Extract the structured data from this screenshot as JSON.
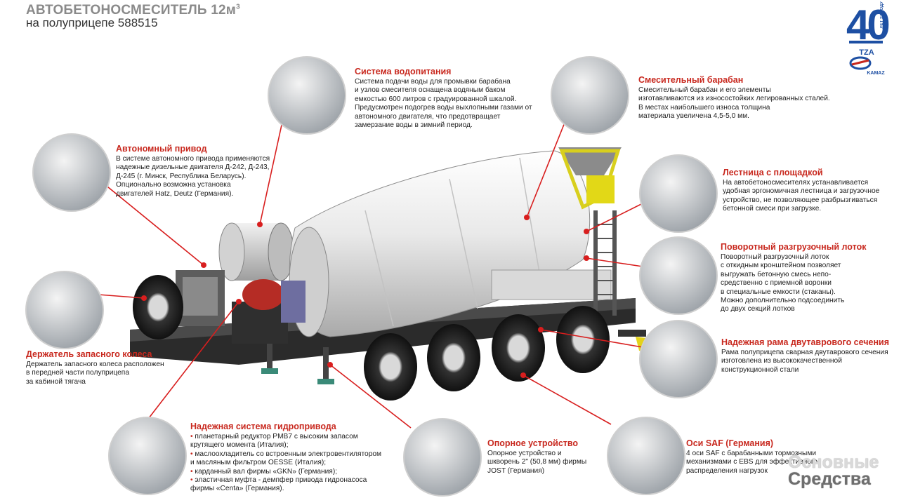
{
  "header": {
    "title": "АВТОБЕТОНОСМЕСИТЕЛЬ 12м",
    "title_sup": "3",
    "subtitle": "на полуприцепе 588515"
  },
  "logo": {
    "number": "40",
    "vertical_text": "ЛЕТ ЗАВОДУ",
    "brand": "TZA",
    "partner": "KAMAZ"
  },
  "callouts": {
    "water": {
      "title": "Система водопитания",
      "lines": [
        "Система подачи воды для промывки барабана",
        "и узлов смесителя оснащена водяным баком",
        "емкостью 600 литров с градуированной шкалой.",
        "Предусмотрен подогрев воды выхлопными газами от",
        "автономного двигателя, что предотвращает",
        "замерзание воды в зимний период."
      ]
    },
    "drum": {
      "title": "Смесительный барабан",
      "lines": [
        "Смесительный барабан и его элементы",
        "изготавливаются из износостойких легированных сталей.",
        "В местах наибольшего износа толщина",
        "материала увеличена 4,5-5,0 мм."
      ]
    },
    "drive": {
      "title": "Автономный привод",
      "lines": [
        "В системе автономного привода применяются",
        "надежные дизельные двигателя Д-242, Д-243,",
        "Д-245 (г. Минск, Республика Беларусь).",
        "Опционально возможна установка",
        "двигателей Hatz, Deutz (Германия)."
      ]
    },
    "ladder": {
      "title": "Лестница с площадкой",
      "lines": [
        "На автобетоносмесителях устанавливается",
        "удобная эргономичная лестница и загрузочное",
        "устройство, не позволяющее разбрызгиваться",
        "бетонной смеси при загрузке."
      ]
    },
    "chute": {
      "title": "Поворотный разгрузочный лоток",
      "lines": [
        "Поворотный разгрузочный лоток",
        "с откидным кронштейном позволяет",
        "выгружать бетонную смесь непо-",
        "средственно с приемной воронки",
        "в специальные емкости (стаканы).",
        "Можно дополнительно подсоединить",
        "до двух секций лотков"
      ]
    },
    "frame": {
      "title": "Надежная рама двутаврового сечения",
      "lines": [
        "Рама полуприцепа сварная двутаврового сечения",
        "изготовлена из высококачественной",
        "конструкционной стали"
      ]
    },
    "spare": {
      "title": "Держатель запасного колеса",
      "lines": [
        "Держатель запасного колеса расположен",
        "в передней части полуприцепа",
        "за кабиной тягача"
      ]
    },
    "hydraulic": {
      "title": "Надежная система гидропривода",
      "items": [
        [
          "планетарный редуктор PMB7 с высоким запасом",
          "крутящего момента (Италия);"
        ],
        [
          "маслоохладитель со встроенным электровентилятором",
          "и масляным фильтром OESSE (Италия);"
        ],
        [
          "карданный вал фирмы «GKN» (Германия);"
        ],
        [
          "эластичная муфта - демпфер привода гидронасоса",
          "фирмы «Centa» (Германия)."
        ]
      ]
    },
    "support": {
      "title": "Опорное устройство",
      "lines": [
        "Опорное устройство и",
        "шкворень 2\" (50,8 мм) фирмы",
        "JOST (Германия)"
      ]
    },
    "axles": {
      "title": "Оси SAF (Германия)",
      "lines": [
        "4 оси SAF с барабанными тормозными",
        "механизмами с EBS для эффективного",
        "распределения нагрузок"
      ]
    }
  },
  "watermark": {
    "line1": "Основные",
    "line2": "Средства"
  },
  "colors": {
    "accent": "#c8281e",
    "brand_blue": "#1d4fa3",
    "pointer": "#d81e1e"
  }
}
